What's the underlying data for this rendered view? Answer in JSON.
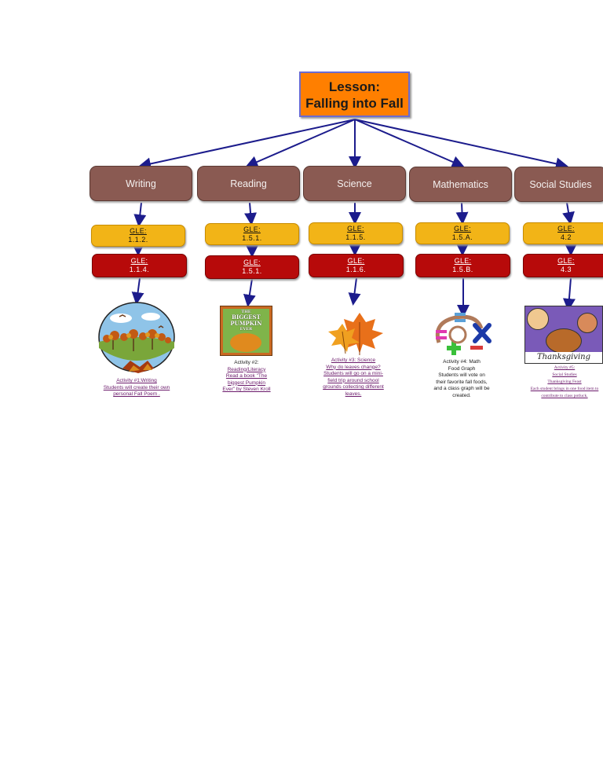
{
  "title": {
    "line1": "Lesson:",
    "line2": "Falling into Fall"
  },
  "subjects": [
    {
      "label": "Writing"
    },
    {
      "label": "Reading"
    },
    {
      "label": "Science"
    },
    {
      "label": "Mathematics"
    },
    {
      "label": "Social Studies"
    }
  ],
  "gle_top": [
    {
      "label": "GLE:",
      "code": "1.1.2."
    },
    {
      "label": "GLE:",
      "code": "1.5.1."
    },
    {
      "label": "GLE:",
      "code": "1.1.5."
    },
    {
      "label": "GLE:",
      "code": "1.5.A."
    },
    {
      "label": "GLE:",
      "code": "4.2"
    }
  ],
  "gle_bottom": [
    {
      "label": "GLE:",
      "code": "1.1.4."
    },
    {
      "label": "GLE:",
      "code": "1.5.1."
    },
    {
      "label": "GLE:",
      "code": "1.1.6."
    },
    {
      "label": "GLE:",
      "code": "1.5.B."
    },
    {
      "label": "GLE:",
      "code": "4.3"
    }
  ],
  "activities": {
    "writing": {
      "line1": "Activity #1:Writing",
      "line2": "Students will create their own",
      "line3": "personal  Fall Poem ."
    },
    "reading": {
      "line1": "Activity #2:",
      "line2": "Reading/Literacy",
      "line3": "Read a book \"The",
      "line4": "biggest Pumpkin",
      "line5": "Ever\" by Steven Kroll"
    },
    "science": {
      "line1": "Activity #3: Science",
      "line2": "Why do leaves change?",
      "line3": "Students will go on a mini-",
      "line4": "field trip around school",
      "line5": "grounds collecting different",
      "line6": "leaves."
    },
    "math": {
      "line1": "Activity #4: Math",
      "line2": "Food Graph",
      "line3": "Students will vote on",
      "line4": "their favorite fall foods,",
      "line5": "and a class graph will be",
      "line6": "created."
    },
    "social": {
      "line1": "Activity #5:",
      "line2": "Social Studies",
      "line3": "Thanksgiving Feast",
      "line4": "Each student brings in one food item to",
      "line5": "contribute to class potluck."
    }
  },
  "book_cover": {
    "line1": "THE",
    "line2": "BIGGEST",
    "line3": "PUMPKIN",
    "line4": "EVER"
  },
  "thanksgiving_banner": "Thanksgiving",
  "colors": {
    "title": "#ff7f00",
    "subject": "#8a5a52",
    "gle_top": "#f2b417",
    "gle_bottom": "#b70a0a",
    "arrow": "#1c1c8c",
    "link": "#6b1a6b"
  }
}
